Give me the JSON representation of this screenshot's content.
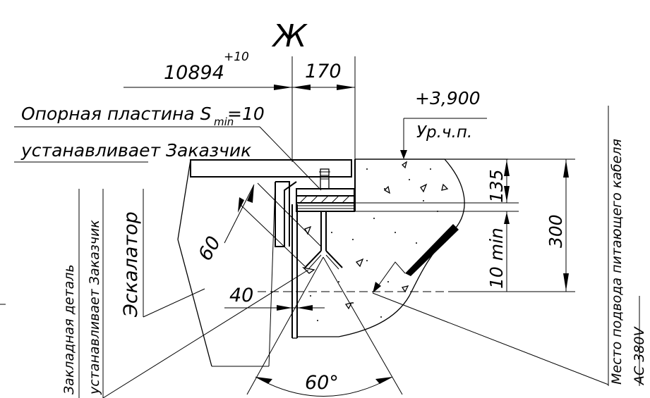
{
  "view_label": "Ж",
  "dimensions": {
    "base_value": "10894",
    "base_tolerance": "+10",
    "width_170": "170",
    "depth_135": "135",
    "depth_300": "300",
    "min_10": "10 min",
    "leg_60": "60",
    "offset_40": "40",
    "angle_60": "60°"
  },
  "labels": {
    "plate_prefix": "Опорная пластина S",
    "plate_sub": "min",
    "plate_suffix": " =10",
    "customer_installs": "устанавливает Заказчик",
    "level_value": "+3,900",
    "level_label": "Ур.ч.п.",
    "embedded_part": "Закладная деталь",
    "embedded_customer": "устанавливает Заказчик",
    "escalator": "Эскалатор",
    "cable_place": "Место подвода питающего кабеля",
    "cable_voltage": "AC 380V"
  },
  "colors": {
    "line": "#000000",
    "background": "#ffffff"
  }
}
